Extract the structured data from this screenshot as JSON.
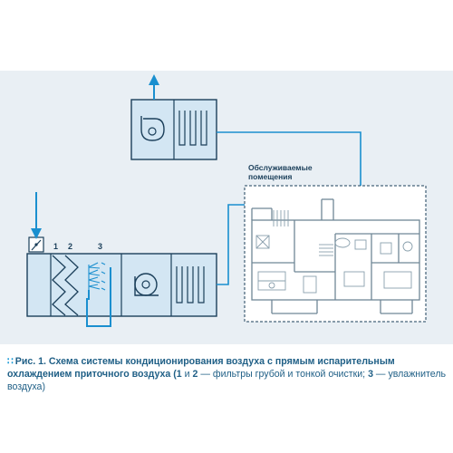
{
  "diagram": {
    "serviced_rooms_label_line1": "Обслуживаемые",
    "serviced_rooms_label_line2": "помещения",
    "marker_1": "1",
    "marker_2": "2",
    "marker_3": "3"
  },
  "caption": {
    "fig_label": "Рис. 1.",
    "text": "Схема системы кондиционирования воздуха с прямым испарительным охлаждением приточного воздуха (",
    "n1": "1",
    "and_text": " и ",
    "n2": "2",
    "dash1": " — фильтры грубой и тонкой очистки; ",
    "n3": "3",
    "dash2": " — увлажнитель воздуха)"
  },
  "colors": {
    "panel_bg": "#e9eff4",
    "duct_blue": "#1a8fcf",
    "unit_fill": "#d3e6f3",
    "outline": "#1b3f5a",
    "caption_text": "#1f5f86"
  }
}
